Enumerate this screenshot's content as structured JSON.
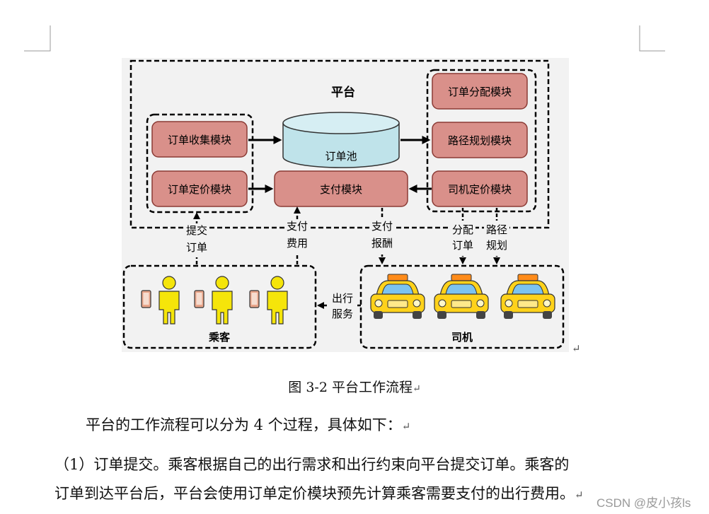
{
  "figure": {
    "platform_label": "平台",
    "modules": {
      "order_collect": "订单收集模块",
      "order_pricing": "订单定价模块",
      "order_pool": "订单池",
      "payment": "支付模块",
      "order_dispatch": "订单分配模块",
      "route_planning": "路径规划模块",
      "driver_pricing": "司机定价模块"
    },
    "flows": {
      "submit_order": [
        "提交",
        "订单"
      ],
      "pay_fee": [
        "支付",
        "费用"
      ],
      "pay_reward": [
        "支付",
        "报酬"
      ],
      "dispatch_order": [
        "分配",
        "订单"
      ],
      "route_plan": [
        "路径",
        "规划"
      ],
      "travel_service": [
        "出行",
        "服务"
      ]
    },
    "passenger_label": "乘客",
    "driver_label": "司机",
    "colors": {
      "module_fill": "#d9908a",
      "module_stroke": "#8b3b35",
      "pool_fill": "#bfe3ea",
      "passenger": "#f5e50a",
      "taxi": "#ffd21a"
    }
  },
  "caption": "图 3-2 平台工作流程",
  "para_intro": "平台的工作流程可以分为  4 个过程，具体如下：",
  "para_1_line1": "（1）订单提交。乘客根据自己的出行需求和出行约束向平台提交订单。乘客的",
  "para_1_line2": "订单到达平台后，平台会使用订单定价模块预先计算乘客需要支付的出行费用。",
  "return_mark": "↵",
  "watermark": "CSDN @皮小孩ls"
}
